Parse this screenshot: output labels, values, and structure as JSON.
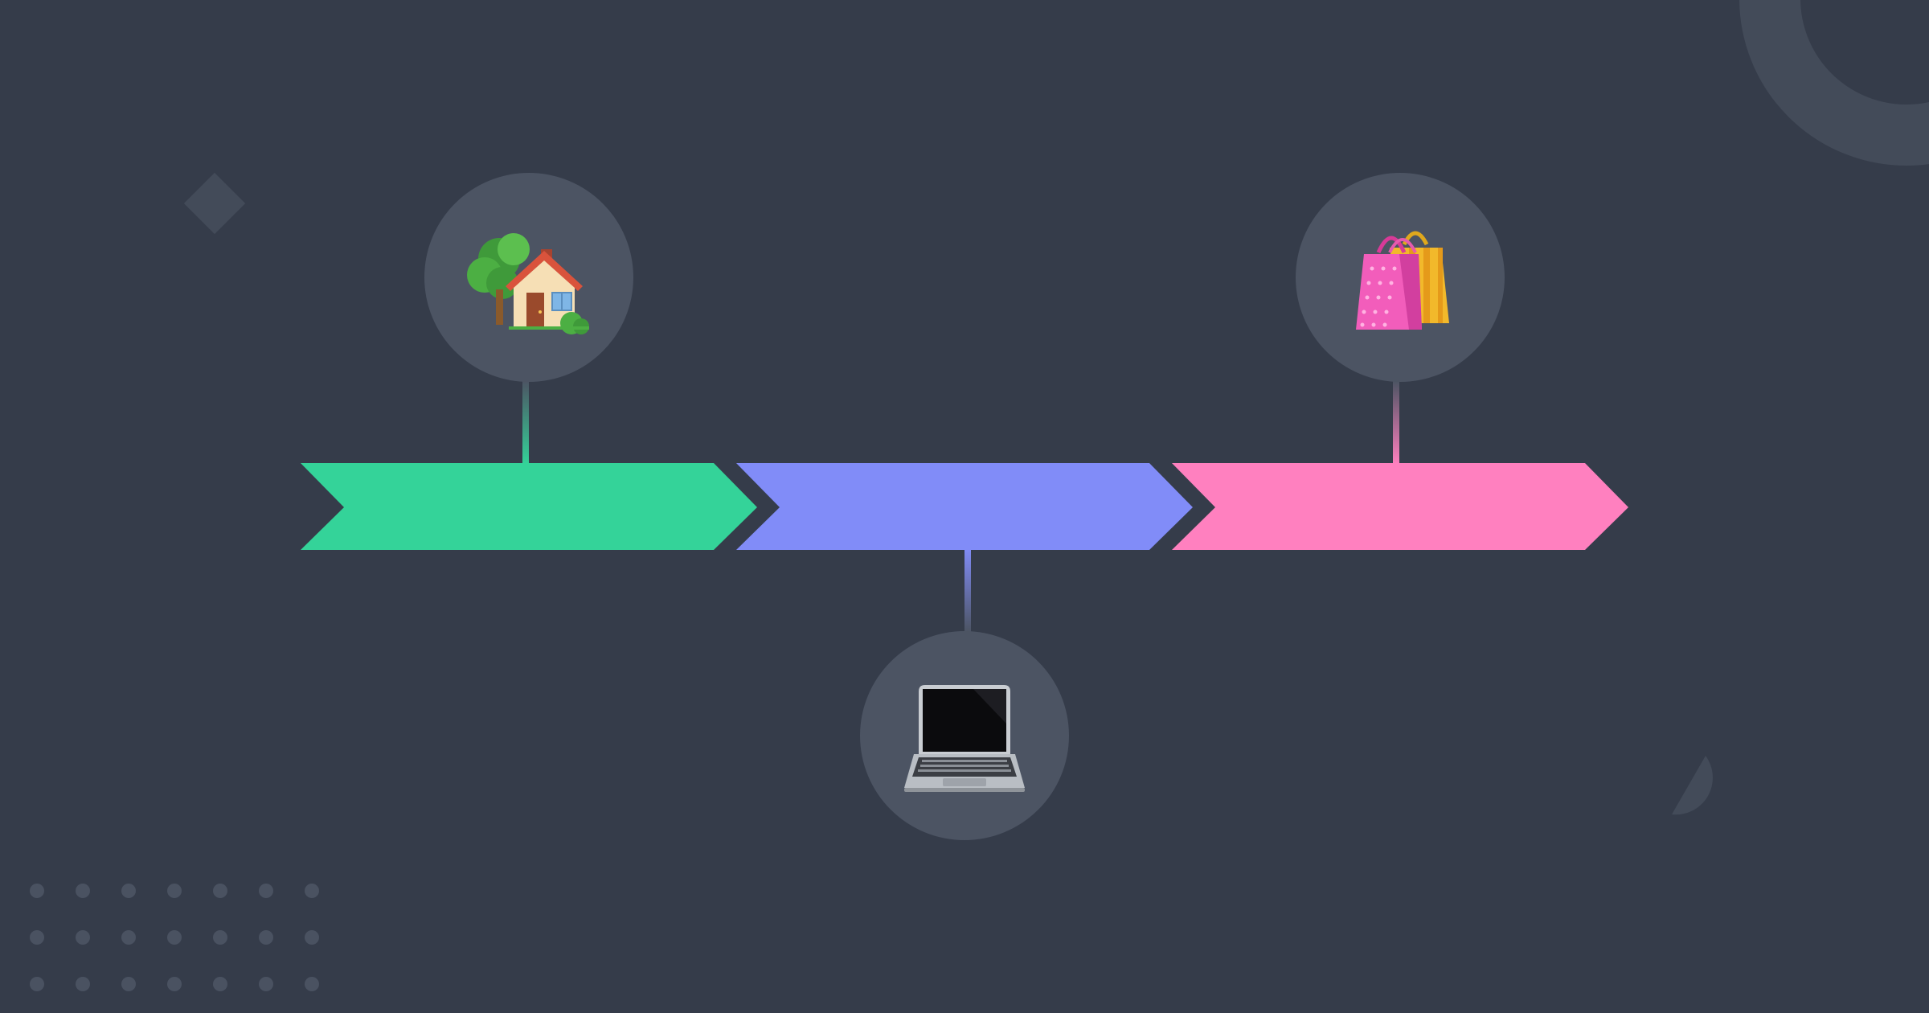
{
  "colors": {
    "background": "#353c4a",
    "circle_fill": "#4c5463",
    "decoration": "#434b59",
    "dots": "#4a5261",
    "stage_1": "#34d399",
    "stage_2": "#818cf8",
    "stage_3": "#ff80bf"
  },
  "stages": [
    {
      "icon": "house-icon",
      "color": "#34d399",
      "marker_side": "top"
    },
    {
      "icon": "laptop-icon",
      "color": "#818cf8",
      "marker_side": "bottom"
    },
    {
      "icon": "shopping-bags-icon",
      "color": "#ff80bf",
      "marker_side": "top"
    }
  ]
}
